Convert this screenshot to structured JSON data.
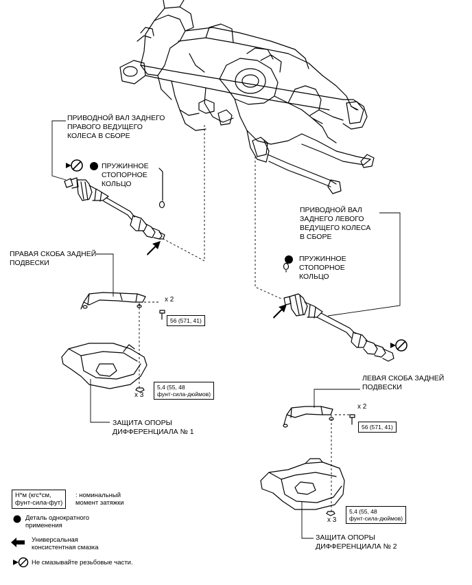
{
  "labels": {
    "right_shaft": "ПРИВОДНОЙ ВАЛ ЗАДНЕГО\nПРАВОГО ВЕДУЩЕГО\nКОЛЕСА В СБОРЕ",
    "right_snap_ring": "ПРУЖИННОЕ\nСТОПОРНОЕ\nКОЛЬЦО",
    "left_shaft": "ПРИВОДНОЙ ВАЛ\nЗАДНЕГО ЛЕВОГО\nВЕДУЩЕГО КОЛЕСА\nВ СБОРЕ",
    "left_snap_ring": "ПРУЖИННОЕ\nСТОПОРНОЕ\nКОЛЬЦО",
    "right_bracket": "ПРАВАЯ СКОБА ЗАДНЕЙ\nПОДВЕСКИ",
    "left_bracket": "ЛЕВАЯ СКОБА ЗАДНЕЙ\nПОДВЕСКИ",
    "guard_1": "ЗАЩИТА ОПОРЫ\nДИФФЕРЕНЦИАЛА № 1",
    "guard_2": "ЗАЩИТА ОПОРЫ\nДИФФЕРЕНЦИАЛА № 2"
  },
  "torques": {
    "right_bracket_bolt": "56 (571, 41)",
    "right_guard_nut": "5,4 (55, 48\nфунт-сила-дюймов)",
    "left_bracket_bolt": "56 (571, 41)",
    "left_guard_nut": "5,4 (55, 48\nфунт-сила-дюймов)"
  },
  "quantities": {
    "right_bracket_x2": "x 2",
    "right_guard_x3": "x 3",
    "left_bracket_x2": "x 2",
    "left_guard_x3": "x 3"
  },
  "legend": {
    "torque_box": "Н*м (кгс*см,\nфунт-сила-фут)",
    "torque_desc": ": номинальный\nмомент затяжки",
    "non_reusable": "Деталь однократного\nприменения",
    "grease": "Универсальная\nконсистентная смазка",
    "no_grease_threads": "Не смазывайте резьбовые части."
  }
}
